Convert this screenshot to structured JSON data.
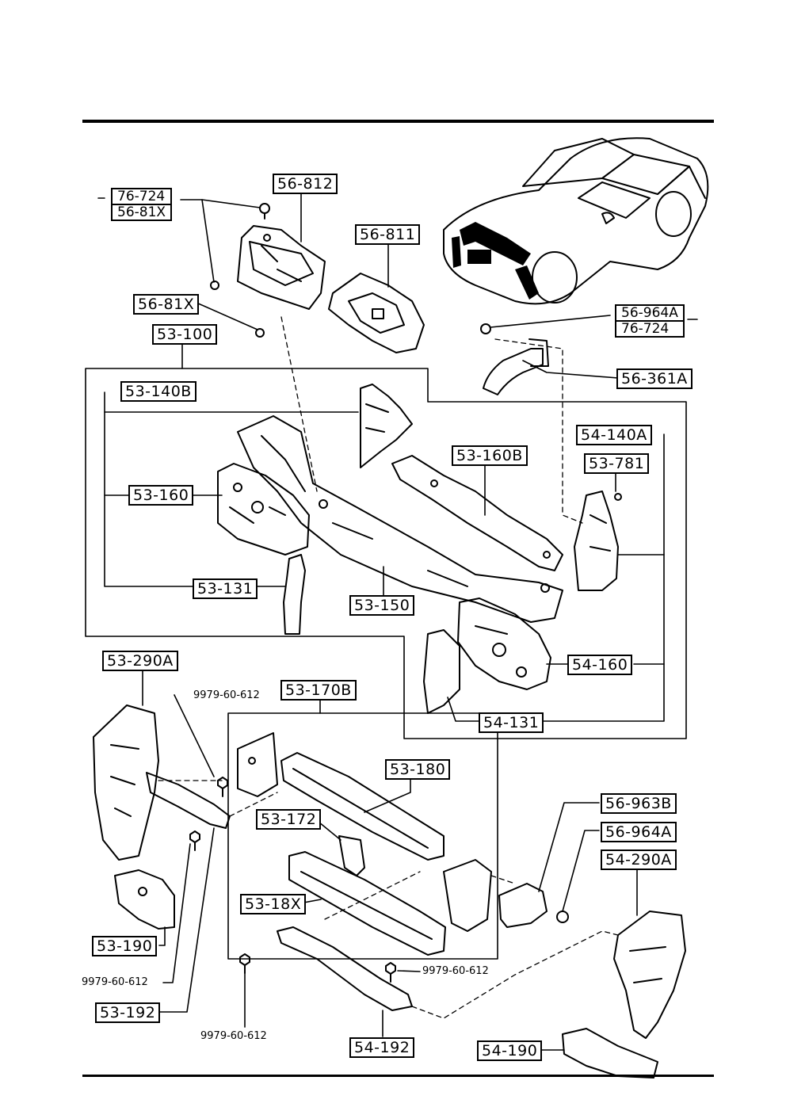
{
  "labels": {
    "p76_724_a": "76-724",
    "p56_81X_a": "56-81X",
    "p56_812": "56-812",
    "p56_811": "56-811",
    "p56_81X_b": "56-81X",
    "p53_100": "53-100",
    "p53_140B": "53-140B",
    "p53_160": "53-160",
    "p53_131": "53-131",
    "p53_150": "53-150",
    "p53_160B": "53-160B",
    "p54_140A": "54-140A",
    "p53_781": "53-781",
    "p56_964A_a": "56-964A",
    "p76_724_b": "76-724",
    "p56_361A": "56-361A",
    "p54_160": "54-160",
    "p54_131": "54-131",
    "p53_290A": "53-290A",
    "p9979_a": "9979-60-612",
    "p53_170B": "53-170B",
    "p53_180": "53-180",
    "p53_172": "53-172",
    "p53_18X": "53-18X",
    "p53_190": "53-190",
    "p9979_b": "9979-60-612",
    "p53_192": "53-192",
    "p9979_c": "9979-60-612",
    "p9979_d": "9979-60-612",
    "p54_192": "54-192",
    "p56_963B": "56-963B",
    "p56_964A_b": "56-964A",
    "p54_290A": "54-290A",
    "p54_190": "54-190"
  }
}
